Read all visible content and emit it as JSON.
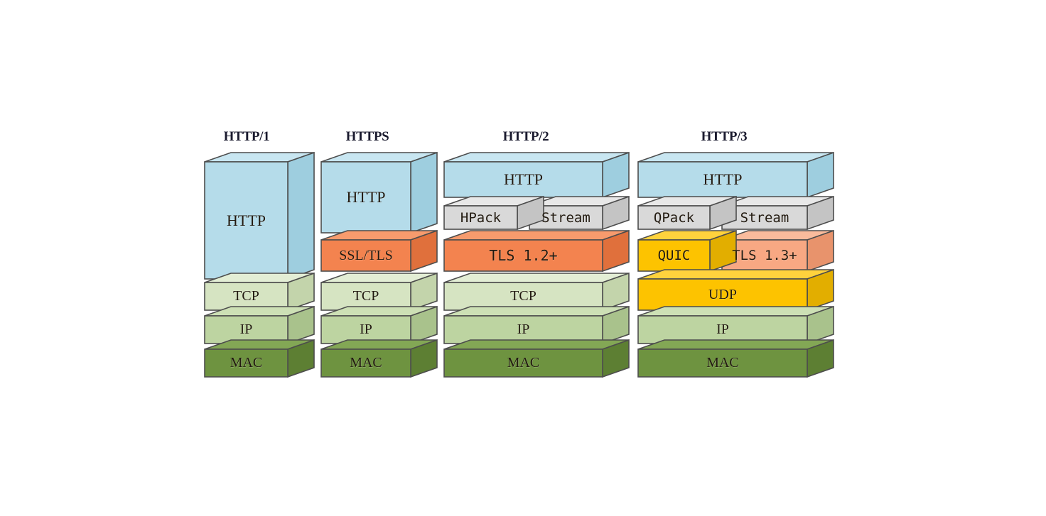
{
  "diagram": {
    "title_hidden": "HTTP protocol stack evolution",
    "background": "#ffffff",
    "palette": {
      "http_blue_front": "#b5dcea",
      "http_blue_top": "#c8e6f1",
      "http_blue_side": "#9ecedf",
      "gray_front": "#d9d9d9",
      "gray_top": "#e8e8e8",
      "gray_side": "#c4c4c4",
      "orange_front": "#f3834f",
      "orange_top": "#f79b6d",
      "orange_side": "#e0703c",
      "salmon_front": "#f8a883",
      "salmon_top": "#fabb9c",
      "salmon_side": "#e8936c",
      "gold_front": "#fdc300",
      "gold_top": "#ffd23d",
      "gold_side": "#e2ae00",
      "tcp_front": "#d6e4c2",
      "tcp_top": "#e3eed5",
      "tcp_side": "#c3d4ab",
      "ip_front": "#bdd4a1",
      "ip_top": "#cde0b5",
      "ip_side": "#a9c28c",
      "mac_front": "#6e9340",
      "mac_top": "#83a755",
      "mac_side": "#5d7f33",
      "stroke": "#4d4d4d"
    },
    "stacks": [
      {
        "id": "http1",
        "title": "HTTP/1",
        "layers": [
          {
            "name": "http",
            "label": "HTTP",
            "font": "serif",
            "color": "http_blue"
          },
          {
            "name": "tcp",
            "label": "TCP",
            "font": "serif",
            "color": "tcp"
          },
          {
            "name": "ip",
            "label": "IP",
            "font": "serif",
            "color": "ip"
          },
          {
            "name": "mac",
            "label": "MAC",
            "font": "serif",
            "color": "mac"
          }
        ]
      },
      {
        "id": "https",
        "title": "HTTPS",
        "layers": [
          {
            "name": "http",
            "label": "HTTP",
            "font": "serif",
            "color": "http_blue"
          },
          {
            "name": "ssl-tls",
            "label": "SSL/TLS",
            "font": "serif",
            "color": "orange"
          },
          {
            "name": "tcp",
            "label": "TCP",
            "font": "serif",
            "color": "tcp"
          },
          {
            "name": "ip",
            "label": "IP",
            "font": "serif",
            "color": "ip"
          },
          {
            "name": "mac",
            "label": "MAC",
            "font": "serif",
            "color": "mac"
          }
        ]
      },
      {
        "id": "http2",
        "title": "HTTP/2",
        "layers": [
          {
            "name": "http",
            "label": "HTTP",
            "font": "serif",
            "color": "http_blue"
          },
          {
            "name": "hpack",
            "label": "HPack",
            "font": "mono",
            "color": "gray"
          },
          {
            "name": "stream",
            "label": "Stream",
            "font": "mono",
            "color": "gray"
          },
          {
            "name": "tls",
            "label": "TLS 1.2+",
            "font": "mono",
            "color": "orange"
          },
          {
            "name": "tcp",
            "label": "TCP",
            "font": "serif",
            "color": "tcp"
          },
          {
            "name": "ip",
            "label": "IP",
            "font": "serif",
            "color": "ip"
          },
          {
            "name": "mac",
            "label": "MAC",
            "font": "serif",
            "color": "mac"
          }
        ]
      },
      {
        "id": "http3",
        "title": "HTTP/3",
        "layers": [
          {
            "name": "http",
            "label": "HTTP",
            "font": "serif",
            "color": "http_blue"
          },
          {
            "name": "qpack",
            "label": "QPack",
            "font": "mono",
            "color": "gray"
          },
          {
            "name": "stream",
            "label": "Stream",
            "font": "mono",
            "color": "gray"
          },
          {
            "name": "quic",
            "label": "QUIC",
            "font": "mono",
            "color": "gold"
          },
          {
            "name": "tls",
            "label": "TLS 1.3+",
            "font": "mono",
            "color": "salmon"
          },
          {
            "name": "udp",
            "label": "UDP",
            "font": "serif",
            "color": "gold"
          },
          {
            "name": "ip",
            "label": "IP",
            "font": "serif",
            "color": "ip"
          },
          {
            "name": "mac",
            "label": "MAC",
            "font": "serif",
            "color": "mac"
          }
        ]
      }
    ]
  }
}
